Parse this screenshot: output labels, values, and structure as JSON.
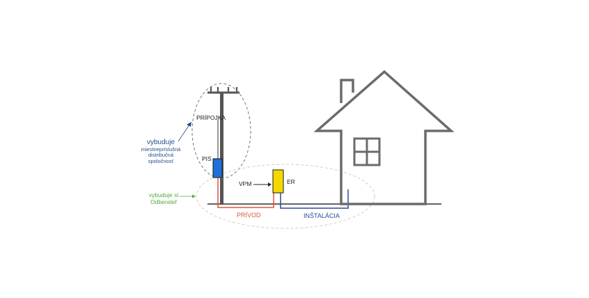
{
  "labels": {
    "pripojka": "PRÍPOJKA",
    "pis": "PIS",
    "vpm": "VPM",
    "er": "ER",
    "privod": "PRÍVOD",
    "instalacia": "INŠTALÁCIA",
    "distributor_note": {
      "line1": "vybuduje",
      "line2": "miestnepríslušná",
      "line3": "distribučná",
      "line4": "spoločnosť"
    },
    "customer_note": {
      "line1": "vybuduje si",
      "line2": "Odberateľ"
    }
  },
  "colors": {
    "structure": "#6b6b6b",
    "pis_box": "#1e6fd9",
    "er_box": "#f5d800",
    "privod_line": "#e0533c",
    "instalacia_line": "#2a4a9a",
    "blue_text": "#1f4e8c",
    "green_text": "#54a83a"
  }
}
